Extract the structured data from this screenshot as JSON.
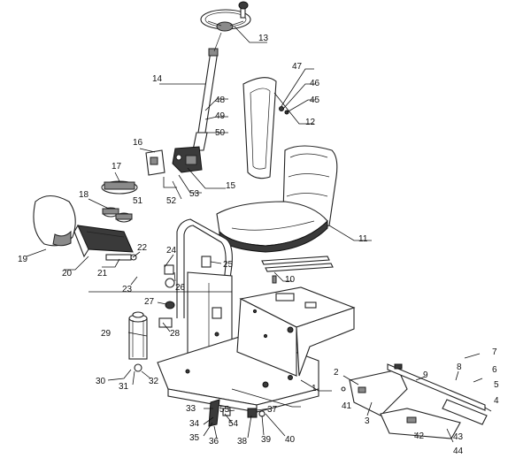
{
  "callouts": [
    {
      "id": "1",
      "label": "1"
    },
    {
      "id": "2",
      "label": "2"
    },
    {
      "id": "3",
      "label": "3"
    },
    {
      "id": "4",
      "label": "4"
    },
    {
      "id": "5",
      "label": "5"
    },
    {
      "id": "6",
      "label": "6"
    },
    {
      "id": "7",
      "label": "7"
    },
    {
      "id": "8",
      "label": "8"
    },
    {
      "id": "9",
      "label": "9"
    },
    {
      "id": "10",
      "label": "10"
    },
    {
      "id": "11",
      "label": "11"
    },
    {
      "id": "12",
      "label": "12"
    },
    {
      "id": "13",
      "label": "13"
    },
    {
      "id": "14",
      "label": "14"
    },
    {
      "id": "15",
      "label": "15"
    },
    {
      "id": "16",
      "label": "16"
    },
    {
      "id": "17",
      "label": "17"
    },
    {
      "id": "18",
      "label": "18"
    },
    {
      "id": "19",
      "label": "19"
    },
    {
      "id": "20",
      "label": "20"
    },
    {
      "id": "21",
      "label": "21"
    },
    {
      "id": "22",
      "label": "22"
    },
    {
      "id": "23",
      "label": "23"
    },
    {
      "id": "24",
      "label": "24"
    },
    {
      "id": "25",
      "label": "25"
    },
    {
      "id": "26",
      "label": "26"
    },
    {
      "id": "27",
      "label": "27"
    },
    {
      "id": "28",
      "label": "28"
    },
    {
      "id": "29",
      "label": "29"
    },
    {
      "id": "30",
      "label": "30"
    },
    {
      "id": "31",
      "label": "31"
    },
    {
      "id": "32",
      "label": "32"
    },
    {
      "id": "33",
      "label": "33"
    },
    {
      "id": "34",
      "label": "34"
    },
    {
      "id": "35",
      "label": "35"
    },
    {
      "id": "36",
      "label": "36"
    },
    {
      "id": "37",
      "label": "37"
    },
    {
      "id": "38",
      "label": "38"
    },
    {
      "id": "39",
      "label": "39"
    },
    {
      "id": "40",
      "label": "40"
    },
    {
      "id": "41",
      "label": "41"
    },
    {
      "id": "42",
      "label": "42"
    },
    {
      "id": "43",
      "label": "43"
    },
    {
      "id": "44",
      "label": "44"
    },
    {
      "id": "45",
      "label": "45"
    },
    {
      "id": "46",
      "label": "46"
    },
    {
      "id": "47",
      "label": "47"
    },
    {
      "id": "48",
      "label": "48"
    },
    {
      "id": "49",
      "label": "49"
    },
    {
      "id": "50",
      "label": "50"
    },
    {
      "id": "51",
      "label": "51"
    },
    {
      "id": "52",
      "label": "52"
    },
    {
      "id": "53",
      "label": "53"
    },
    {
      "id": "54",
      "label": "54"
    },
    {
      "id": "55",
      "label": "55"
    }
  ]
}
